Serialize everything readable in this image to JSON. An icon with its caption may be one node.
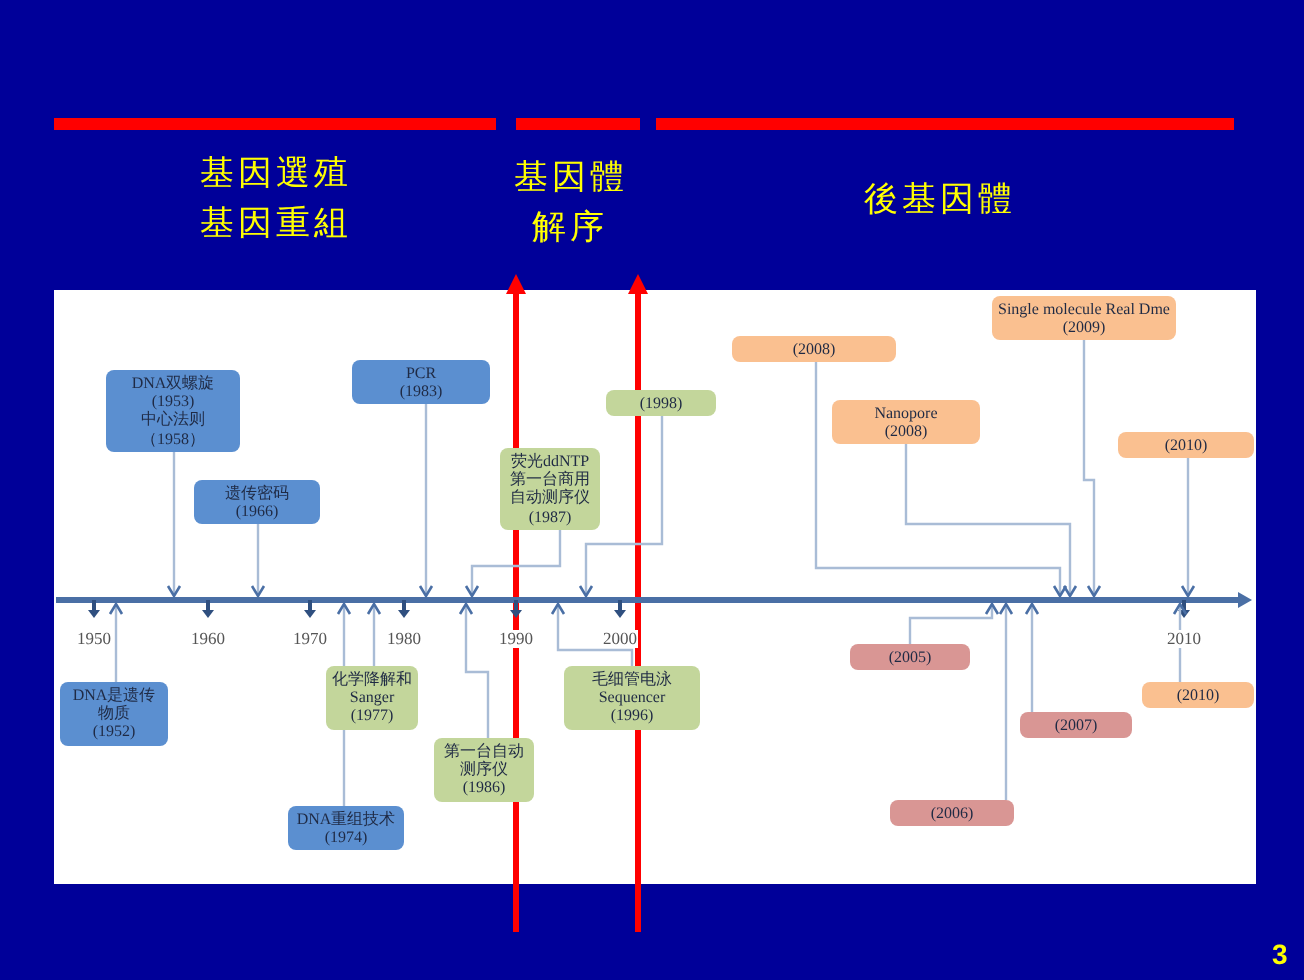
{
  "diagram": {
    "nodes": [
      {
        "text": [
          "DNA双螺旋",
          "(1953)",
          "中心法则",
          "（1958）"
        ]
      },
      {
        "text": [
          "遗传密码",
          "(1966)"
        ]
      },
      {
        "text": [
          "PCR",
          "(1983)"
        ]
      },
      {
        "text": [
          "荧光ddNTP第一台商用自动测序仪",
          "(1987)"
        ]
      },
      {
        "text": [
          "(1998)"
        ]
      },
      {
        "text": [
          "(2008)"
        ]
      },
      {
        "text": [
          "Nanopore",
          "(2008)"
        ]
      },
      {
        "text": [
          "Single molecule Real Dme",
          "(2009)"
        ]
      },
      {
        "text": [
          "(2010)"
        ]
      },
      {
        "text": [
          "DNA是遗传物质",
          "(1952)"
        ]
      },
      {
        "text": [
          "化学降解和Sanger",
          "(1977)"
        ]
      },
      {
        "text": [
          "DNA重组技术",
          "(1974)"
        ]
      },
      {
        "text": [
          "第一台自动测序仪",
          "(1986)"
        ]
      },
      {
        "text": [
          "毛细管电泳 Sequencer",
          "(1996)"
        ]
      },
      {
        "text": [
          "(2005)"
        ]
      },
      {
        "text": [
          "(2007)"
        ]
      },
      {
        "text": [
          "(2006)"
        ]
      },
      {
        "text": [
          "(2010)"
        ]
      },
      {
        "text": [],
        "shape": "bar"
      }
    ],
    "edges": [
      {
        "from": 0,
        "to": 18,
        "arrow": "to"
      },
      {
        "from": 1,
        "to": 18,
        "arrow": "to"
      },
      {
        "from": 2,
        "to": 18,
        "arrow": "to"
      },
      {
        "from": 3,
        "to": 18,
        "arrow": "to"
      },
      {
        "from": 4,
        "to": 18,
        "arrow": "to"
      },
      {
        "from": 5,
        "to": 18,
        "arrow": "to"
      },
      {
        "from": 6,
        "to": 18,
        "arrow": "to"
      },
      {
        "from": 7,
        "to": 18,
        "arrow": "to"
      },
      {
        "from": 8,
        "to": 18,
        "arrow": "to"
      },
      {
        "from": 9,
        "to": 18,
        "arrow": "to"
      },
      {
        "from": 10,
        "to": 18,
        "arrow": "to"
      },
      {
        "from": 11,
        "to": 18,
        "arrow": "to"
      },
      {
        "from": 12,
        "to": 18,
        "arrow": "to"
      },
      {
        "from": 13,
        "to": 18,
        "arrow": "to"
      },
      {
        "from": 14,
        "to": 18,
        "arrow": "to"
      },
      {
        "from": 15,
        "to": 18,
        "arrow": "to"
      },
      {
        "from": 16,
        "to": 18,
        "arrow": "to"
      },
      {
        "from": 17,
        "to": 18,
        "arrow": "to"
      }
    ],
    "labels": [
      "基因選殖",
      "基因重組",
      "基因體",
      "解序",
      "後基因體",
      "1950",
      "1960",
      "1970",
      "1980",
      "1990",
      "2000",
      "2010",
      "3"
    ]
  }
}
